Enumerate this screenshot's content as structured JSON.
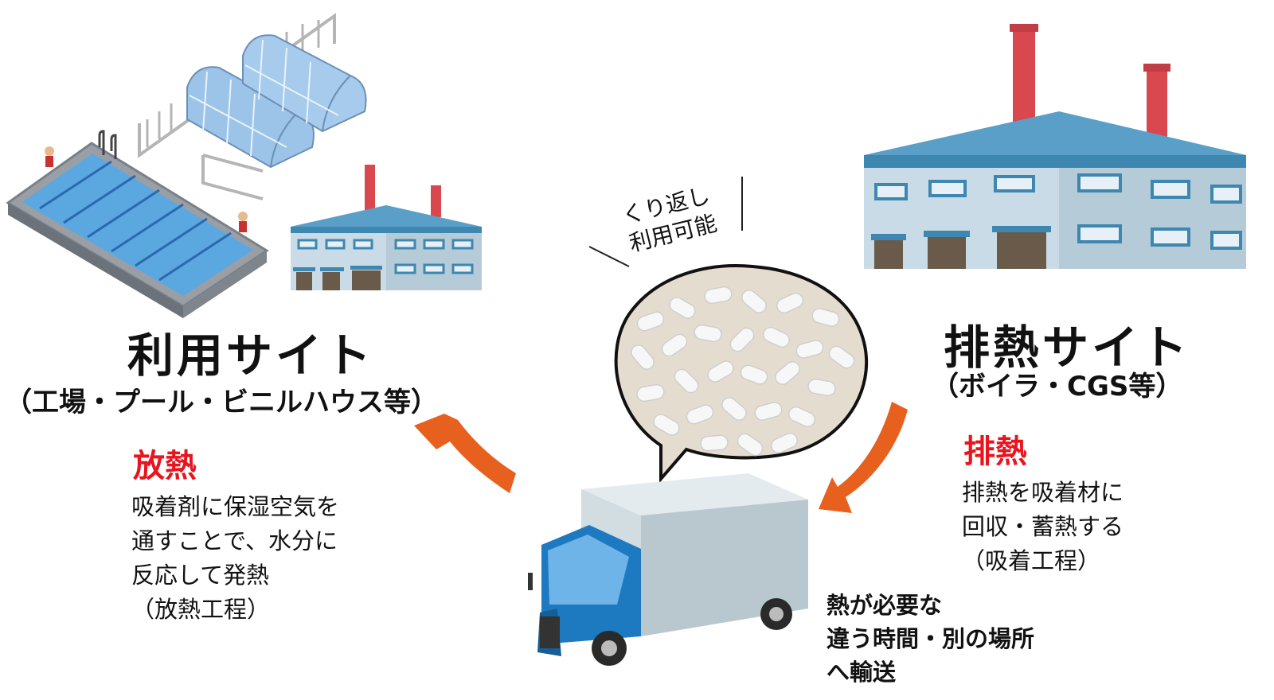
{
  "use_site": {
    "title": "利用サイト",
    "subtitle": "（工場・プール・ビニルハウス等）",
    "action": "放熱",
    "desc_lines": [
      "吸着剤に保湿空気を",
      "通すことで、水分に",
      "反応して発熱",
      "（放熱工程）"
    ]
  },
  "exhaust_site": {
    "title": "排熱サイト",
    "subtitle": "（ボイラ・CGS等）",
    "action": "排熱",
    "desc_lines": [
      "排熱を吸着材に",
      "回収・蓄熱する",
      "（吸着工程）"
    ]
  },
  "repeat_label": [
    "くり返し",
    "利用可能"
  ],
  "transport_lines": [
    "熱が必要な",
    "違う時間・別の場所",
    "へ輸送"
  ],
  "colors": {
    "arrow": "#e8601e",
    "accent_red": "#e8141e",
    "factory_wall": "#c9dbe6",
    "factory_roof": "#3d87b0",
    "chimney": "#d9484f",
    "truck_cab": "#1e7ac0",
    "pool_water": "#5ba7e0"
  }
}
